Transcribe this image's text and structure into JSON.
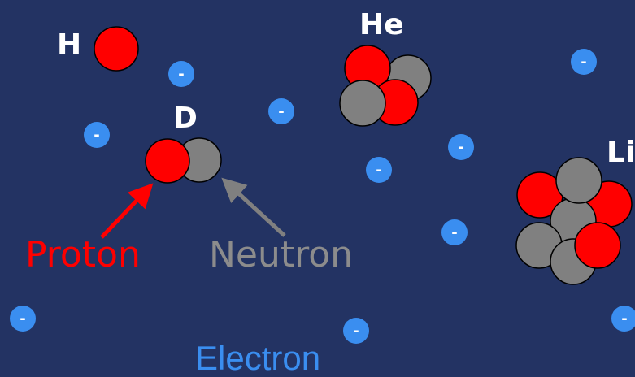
{
  "nuclides": {
    "hydrogen": "H",
    "deuterium": "D",
    "helium": "He",
    "lithium": "Li"
  },
  "labels": {
    "proton": "Proton",
    "neutron": "Neutron",
    "electron": "Electron"
  },
  "electron_symbol": "-",
  "colors": {
    "background": "#233363",
    "proton": "#ff0000",
    "neutron": "#808080",
    "electron": "#3a8ef0",
    "text": "#ffffff"
  }
}
